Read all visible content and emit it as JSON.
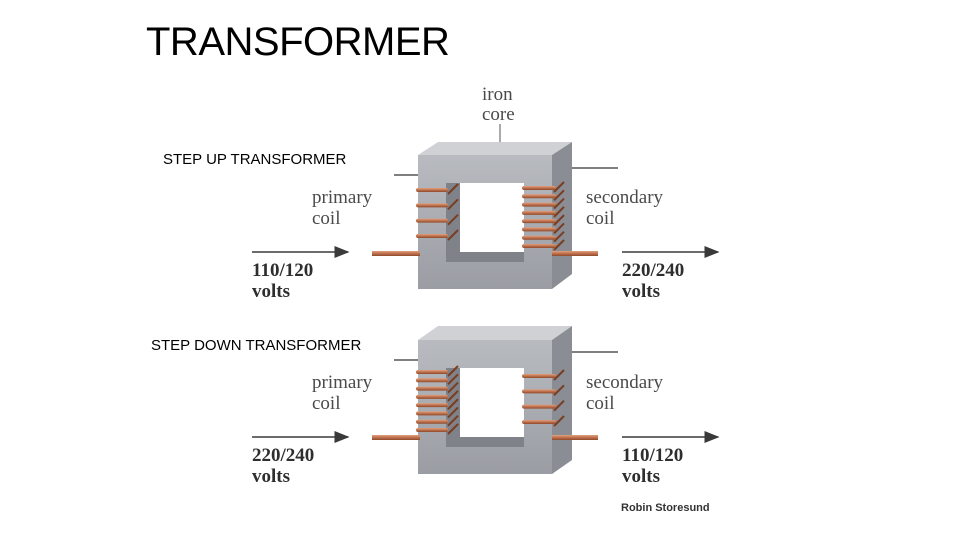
{
  "slide": {
    "title": "TRANSFORMER",
    "step_up_label": "STEP UP TRANSFORMER",
    "step_down_label": "STEP DOWN TRANSFORMER"
  },
  "diagram": {
    "iron_core_label": [
      "iron",
      "core"
    ],
    "step_up": {
      "primary_label": [
        "primary",
        "coil"
      ],
      "secondary_label": [
        "secondary",
        "coil"
      ],
      "input_voltage": [
        "110/120",
        "volts"
      ],
      "output_voltage": [
        "220/240",
        "volts"
      ],
      "primary_turns": 4,
      "secondary_turns": 8
    },
    "step_down": {
      "primary_label": [
        "primary",
        "coil"
      ],
      "secondary_label": [
        "secondary",
        "coil"
      ],
      "input_voltage": [
        "220/240",
        "volts"
      ],
      "output_voltage": [
        "110/120",
        "volts"
      ],
      "primary_turns": 8,
      "secondary_turns": 4
    },
    "credit": "Robin Storesund"
  },
  "colors": {
    "core_front": "#a9acb2",
    "core_top": "#cfd1d5",
    "core_side": "#8a8d93",
    "copper": "#c0714d",
    "arrow": "#3a3a3a"
  }
}
